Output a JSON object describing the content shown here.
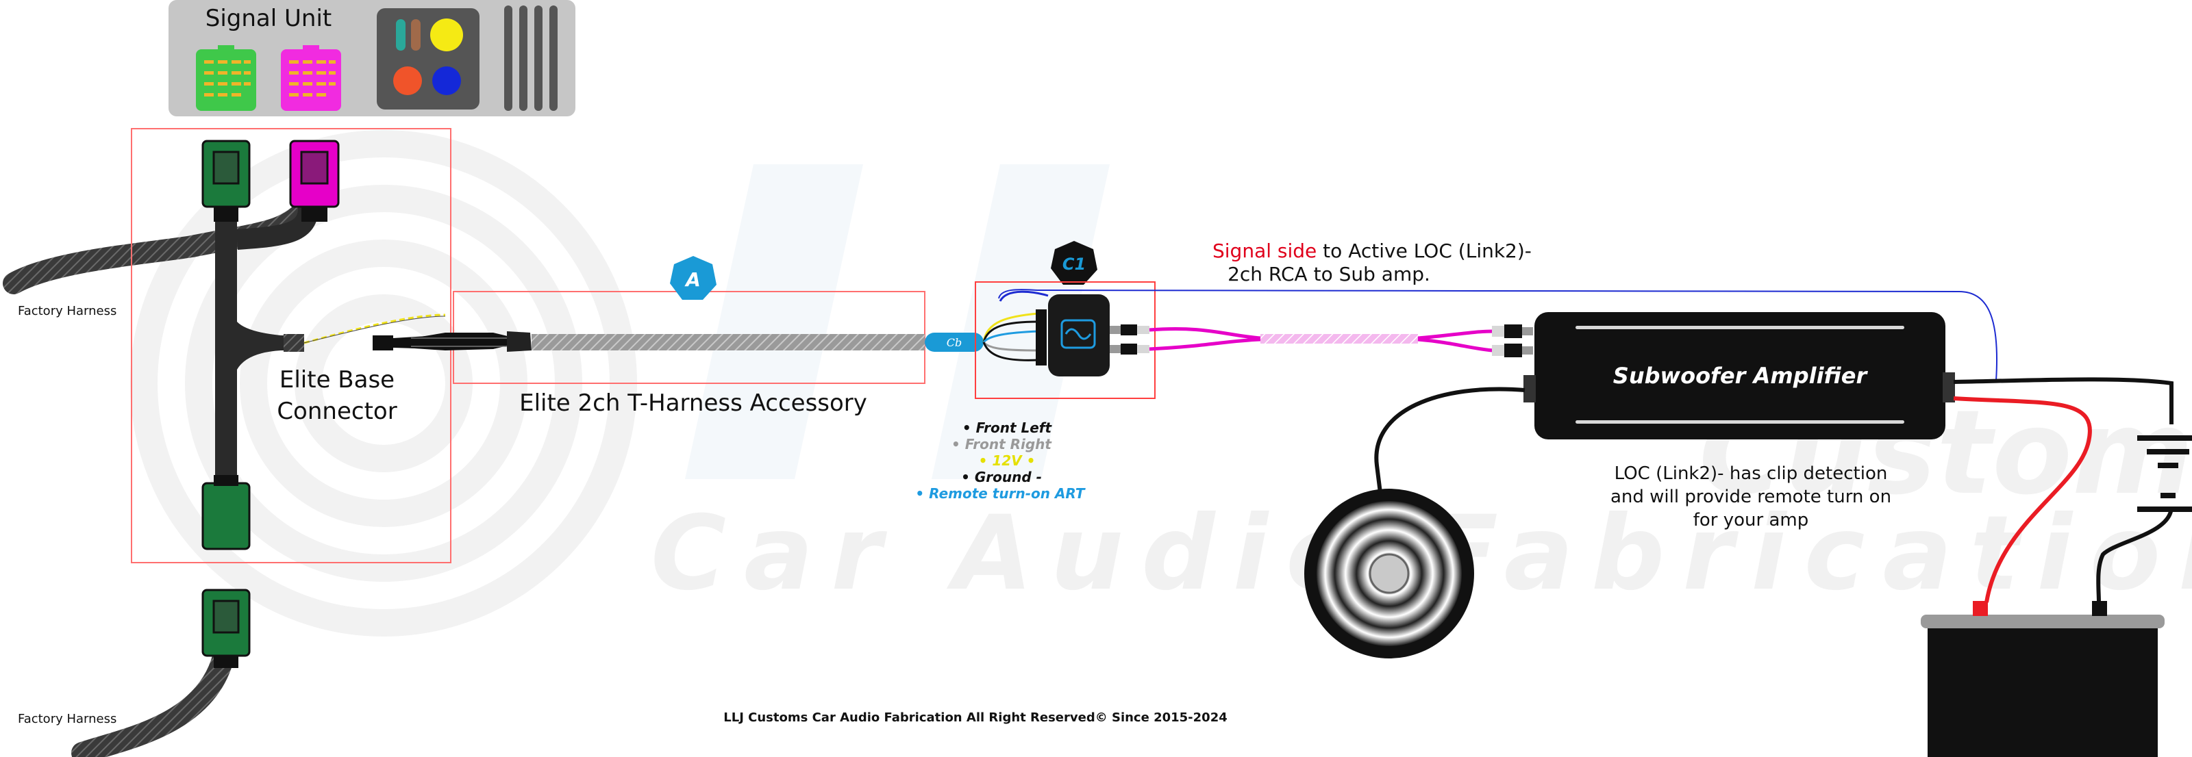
{
  "signal_unit": {
    "title": "Signal Unit"
  },
  "harness": {
    "factory_harness_top": "Factory Harness",
    "factory_harness_bottom": "Factory Harness",
    "base_connector_line1": "Elite Base",
    "base_connector_line2": "Connector",
    "t_harness_label": "Elite 2ch T-Harness Accessory",
    "badge_a": "A",
    "badge_c1": "C1"
  },
  "wires": {
    "front_left": "• Front Left",
    "front_right": "• Front Right",
    "v12": "• 12V •",
    "ground": "• Ground -",
    "remote": "• Remote turn-on ART"
  },
  "signal_side": {
    "highlight": "Signal side",
    "rest_line1": " to Active LOC (Link2)-",
    "line2": "2ch RCA to Sub amp."
  },
  "amplifier": {
    "label": "Subwoofer Amplifier"
  },
  "loc_note": {
    "line1": "LOC (Link2)- has clip detection",
    "line2": "and will provide remote turn on",
    "line3": "for your amp"
  },
  "watermark": {
    "text": "Car Audio Fabrication",
    "text2": "Customs"
  },
  "footer": {
    "copyright": "LLJ Customs Car Audio Fabrication All Right Reserved© Since 2015-2024"
  },
  "colors": {
    "green": "#1b7a3c",
    "magenta": "#e600c8",
    "red_note": "#e0001b",
    "blue_badge": "#1a9ad6",
    "remote_text": "#1e9be0",
    "yellow_text": "#e5e000"
  }
}
